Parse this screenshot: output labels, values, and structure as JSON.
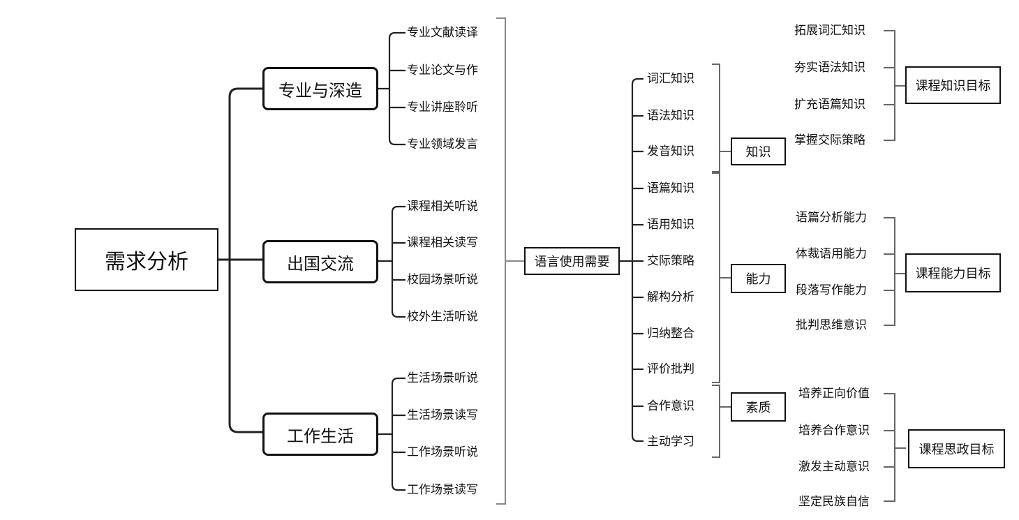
{
  "root": "需求分析",
  "categories": [
    {
      "label": "专业与深造",
      "items": [
        "专业文献读译",
        "专业论文与作",
        "专业讲座聆听",
        "专业领域发言"
      ]
    },
    {
      "label": "出国交流",
      "items": [
        "课程相关听说",
        "课程相关读写",
        "校园场景听说",
        "校外生活听说"
      ]
    },
    {
      "label": "工作生活",
      "items": [
        "生活场景听说",
        "生活场景读写",
        "工作场景听说",
        "工作场景读写"
      ]
    }
  ],
  "hub": "语言使用需要",
  "needs": [
    "词汇知识",
    "语法知识",
    "发音知识",
    "语篇知识",
    "语用知识",
    "交际策略",
    "解构分析",
    "归纳整合",
    "评价批判",
    "合作意识",
    "主动学习"
  ],
  "dimensions": [
    "知识",
    "能力",
    "素质"
  ],
  "objectives": [
    {
      "label": "拓展词汇知识"
    },
    {
      "label": "夯实语法知识"
    },
    {
      "label": "扩充语篇知识"
    },
    {
      "label": "掌握交际策略"
    },
    {
      "label": "语篇分析能力"
    },
    {
      "label": "体裁语用能力"
    },
    {
      "label": "段落写作能力"
    },
    {
      "label": "批判思维意识"
    },
    {
      "label": "培养正向价值"
    },
    {
      "label": "培养合作意识"
    },
    {
      "label": "激发主动意识"
    },
    {
      "label": "坚定民族自信"
    }
  ],
  "goals": [
    "课程知识目标",
    "课程能力目标",
    "课程思政目标"
  ]
}
